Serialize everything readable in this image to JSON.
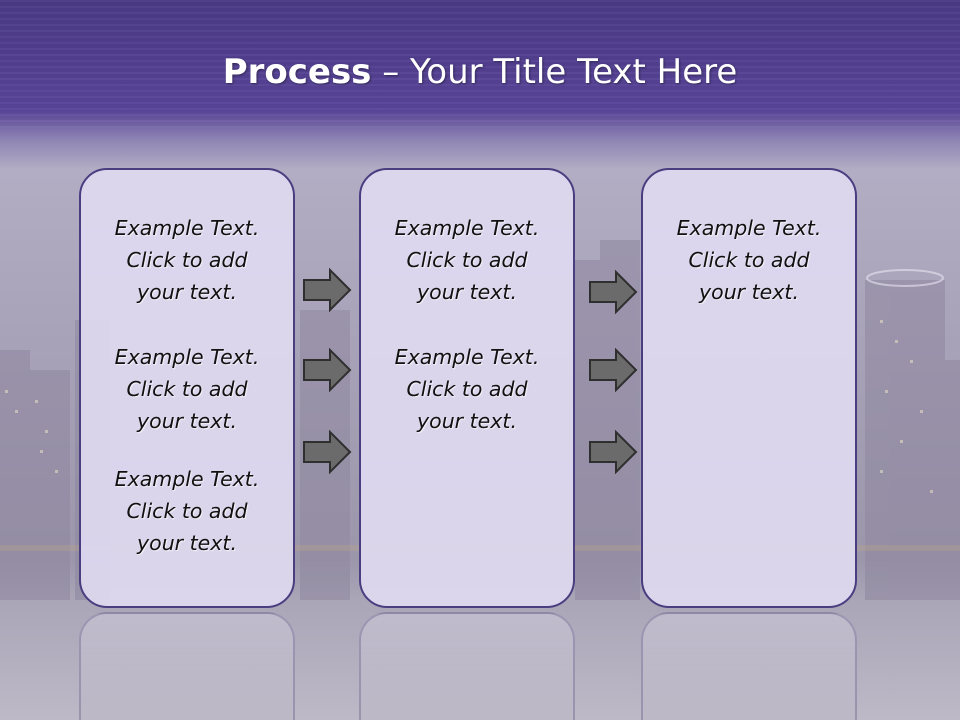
{
  "title": {
    "bold": "Process",
    "rest": " – Your Title Text Here"
  },
  "boxes": [
    {
      "items": [
        {
          "line1": "Example Text.",
          "line2": "Click  to add",
          "line3": "your text."
        },
        {
          "line1": "Example Text.",
          "line2": "Click  to add",
          "line3": "your text."
        },
        {
          "line1": "Example Text.",
          "line2": "Click  to add",
          "line3": "your text."
        }
      ]
    },
    {
      "items": [
        {
          "line1": "Example Text.",
          "line2": "Click  to add",
          "line3": "your text."
        },
        {
          "line1": "Example Text.",
          "line2": "Click  to add",
          "line3": "your text."
        }
      ]
    },
    {
      "items": [
        {
          "line1": "Example Text.",
          "line2": "Click  to add",
          "line3": "your text."
        }
      ]
    }
  ],
  "colors": {
    "header": "#5a459a",
    "box_fill": "#dfd9f0",
    "box_border": "#4a3d80",
    "arrow": "#6b6b6b"
  },
  "icons": {
    "arrow": "right-arrow-icon"
  }
}
